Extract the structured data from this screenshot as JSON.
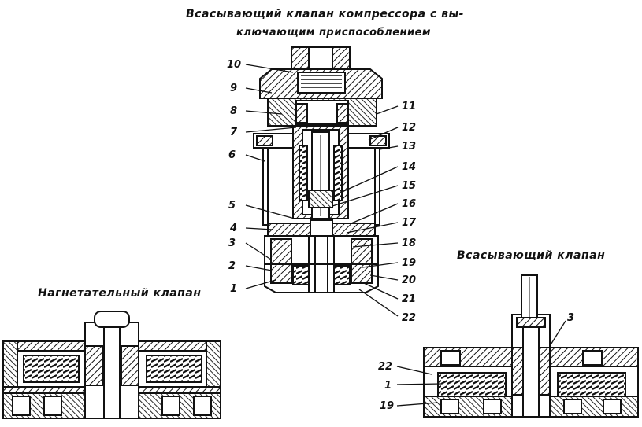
{
  "title_line1": "Всасывающий клапан компрессора с вы-",
  "title_line2": "ключающим приспособлением",
  "caption_left": "Нагнетательный клапан",
  "caption_right": "Всасывающий клапан",
  "labels_left_center": [
    "10",
    "9",
    "8",
    "7",
    "6",
    "5",
    "4",
    "3",
    "2",
    "1"
  ],
  "labels_right_center": [
    "11",
    "12",
    "13",
    "14",
    "15",
    "16",
    "17",
    "18",
    "19",
    "20",
    "21",
    "22"
  ],
  "labels_right_valve": [
    "3",
    "22",
    "1",
    "19"
  ]
}
